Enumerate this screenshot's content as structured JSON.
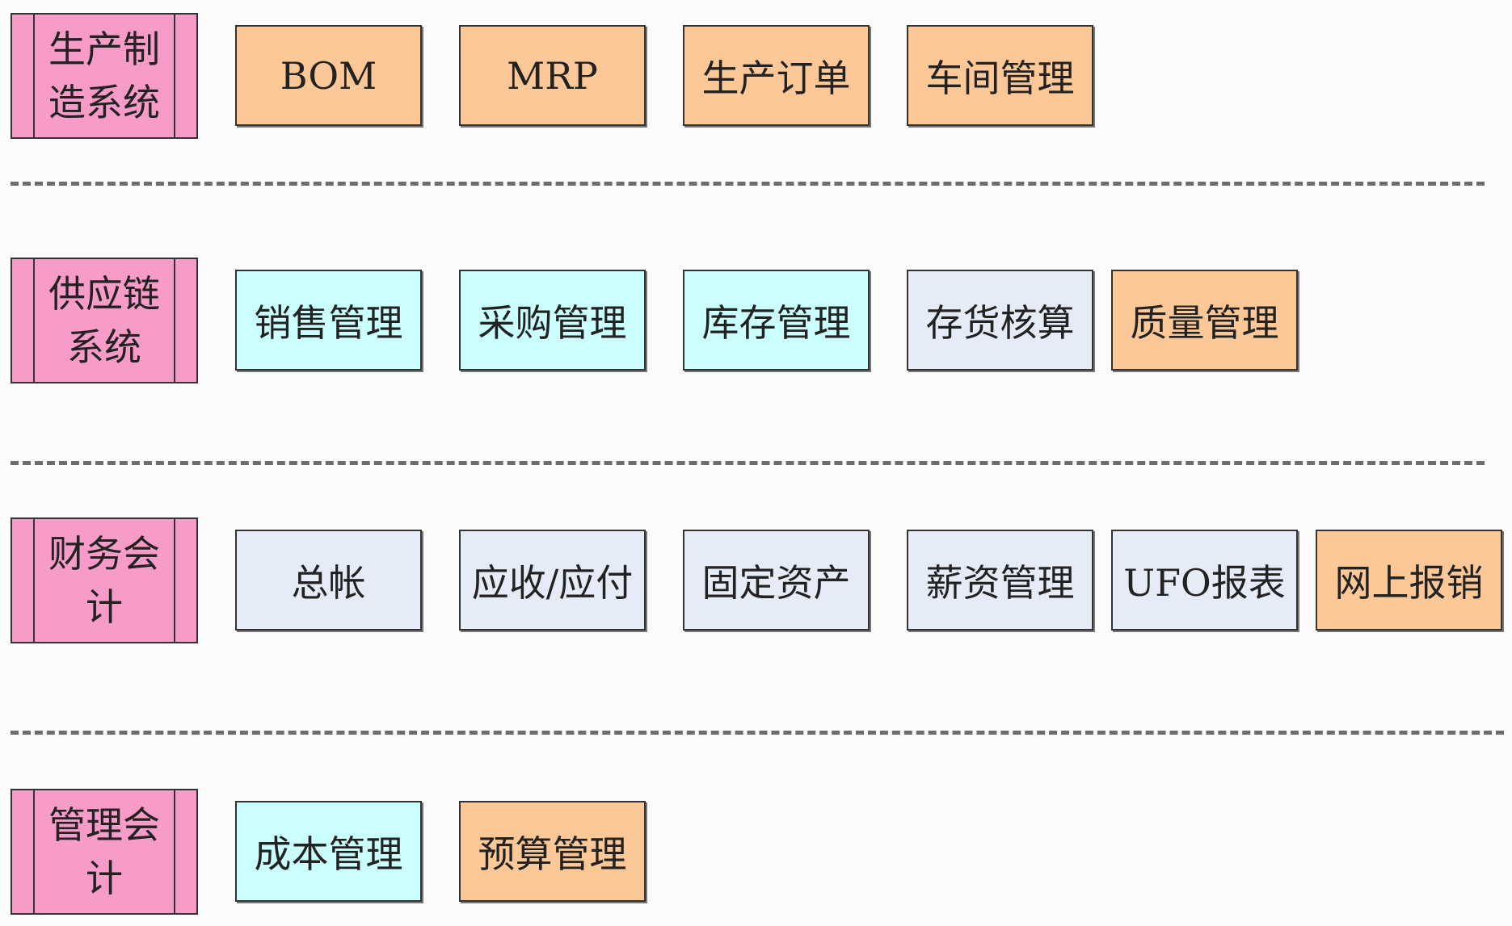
{
  "colors": {
    "system_fill": "#f79cc8",
    "orange": "#fcc897",
    "cyan": "#cbfffd",
    "gray": "#e6ecf7",
    "divider": "#6d6d6d"
  },
  "rows": [
    {
      "system": "生产制造系统",
      "modules": [
        {
          "label": "BOM",
          "color": "orange"
        },
        {
          "label": "MRP",
          "color": "orange"
        },
        {
          "label": "生产订单",
          "color": "orange"
        },
        {
          "label": "车间管理",
          "color": "orange"
        }
      ]
    },
    {
      "system": "供应链系统",
      "modules": [
        {
          "label": "销售管理",
          "color": "cyan"
        },
        {
          "label": "采购管理",
          "color": "cyan"
        },
        {
          "label": "库存管理",
          "color": "cyan"
        },
        {
          "label": "存货核算",
          "color": "gray"
        },
        {
          "label": "质量管理",
          "color": "orange"
        }
      ]
    },
    {
      "system": "财务会计",
      "modules": [
        {
          "label": "总帐",
          "color": "gray"
        },
        {
          "label": "应收/应付",
          "color": "gray"
        },
        {
          "label": "固定资产",
          "color": "gray"
        },
        {
          "label": "薪资管理",
          "color": "gray"
        },
        {
          "label": "UFO报表",
          "color": "gray"
        },
        {
          "label": "网上报销",
          "color": "orange"
        }
      ]
    },
    {
      "system": "管理会计",
      "modules": [
        {
          "label": "成本管理",
          "color": "cyan"
        },
        {
          "label": "预算管理",
          "color": "orange"
        }
      ]
    }
  ]
}
